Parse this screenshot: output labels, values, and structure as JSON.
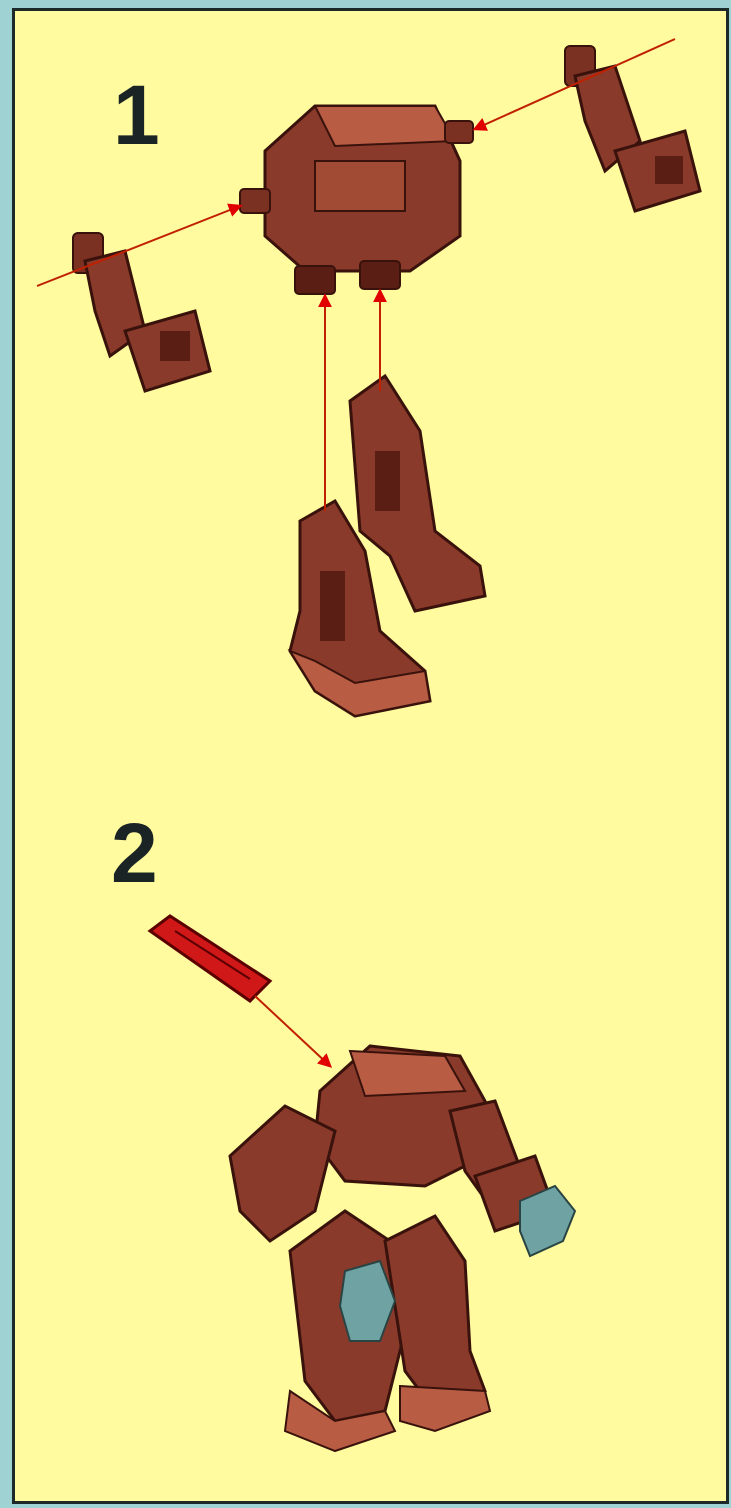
{
  "steps": [
    {
      "number": "1"
    },
    {
      "number": "2"
    }
  ],
  "colors": {
    "background": "#fffb9e",
    "frame": "#9fd2d2",
    "brick": "#8a3a2a",
    "brick_dark": "#5a1e14",
    "brick_light": "#b85c44",
    "arrow": "#e00000",
    "claw": "#6fa3a3"
  },
  "icons": {
    "arrow": "red-assembly-arrow",
    "pin": "red-connector-pin"
  }
}
